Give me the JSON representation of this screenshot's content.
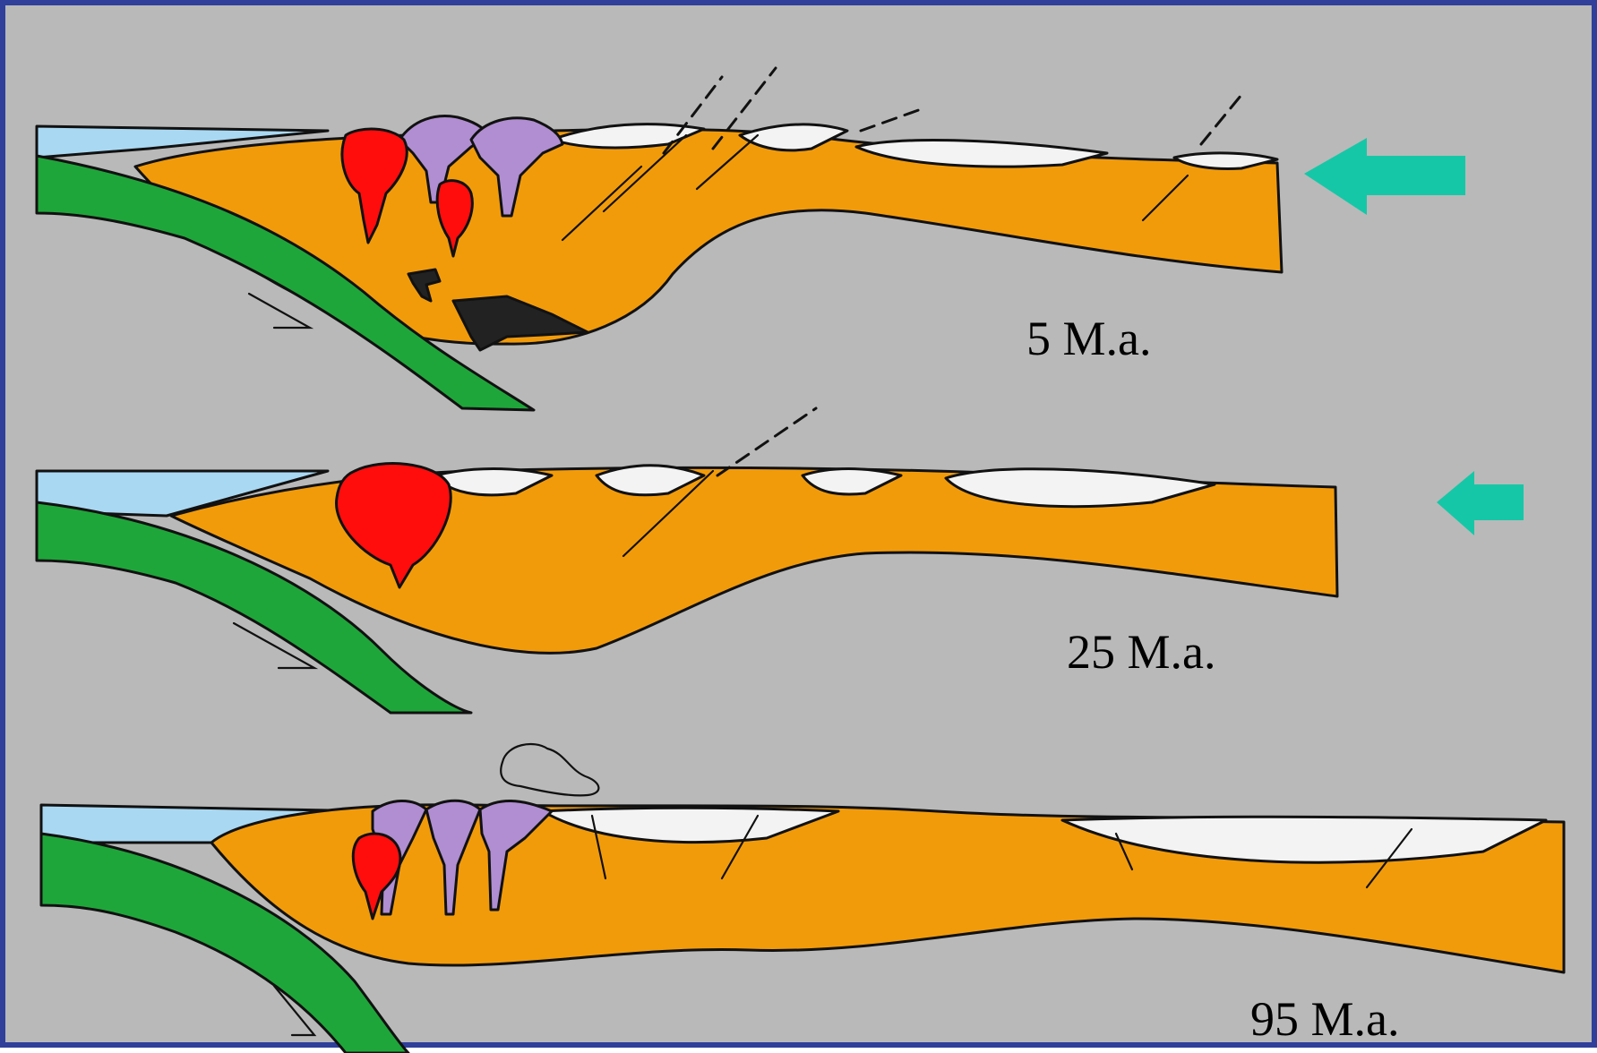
{
  "colors": {
    "background": "#b9b9b9",
    "border": "#2f3f9a",
    "crust": "#f29b0a",
    "slab": "#1fa63a",
    "ocean": "#a9d8f2",
    "sediment": "#f3f3f3",
    "pluton": "#ff0d0d",
    "volcanic": "#b08ed1",
    "arrow": "#16c7a7",
    "line": "#111111"
  },
  "panels": [
    {
      "id": "top",
      "age_label": "5 M.a.",
      "arrow": "large-left-arrow",
      "features": [
        "ocean",
        "subducting-slab",
        "crust",
        "volcanoes",
        "plutons",
        "thrust-faults",
        "sedimentary-basins"
      ]
    },
    {
      "id": "middle",
      "age_label": "25 M.a.",
      "arrow": "small-left-arrow",
      "features": [
        "ocean",
        "subducting-slab",
        "crust",
        "pluton",
        "faults",
        "sedimentary-basins"
      ]
    },
    {
      "id": "bottom",
      "age_label": "95 M.a.",
      "arrow": "none",
      "features": [
        "ocean",
        "subducting-slab",
        "crust",
        "volcanoes",
        "pluton",
        "faults",
        "sedimentary-basins"
      ]
    }
  ]
}
